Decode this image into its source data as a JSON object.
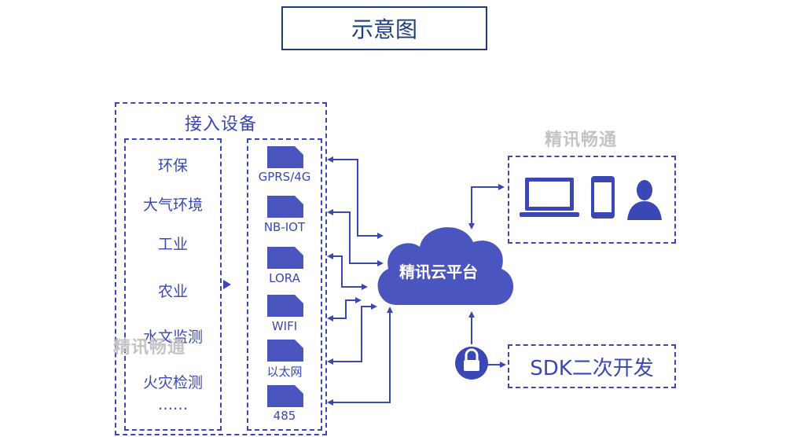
{
  "title": "示意图",
  "access_devices": {
    "heading": "接入设备",
    "categories": [
      "环保",
      "大气环境",
      "工业",
      "农业",
      "水文监测",
      "火灾检测",
      "……"
    ],
    "devices": [
      "GPRS/4G",
      "NB-IOT",
      "LORA",
      "WIFI",
      "以太网",
      "485"
    ]
  },
  "cloud": {
    "label": "精讯云平台"
  },
  "terminals": {
    "icons": [
      "laptop-icon",
      "phone-icon",
      "user-icon"
    ]
  },
  "sdk": {
    "label": "SDK二次开发",
    "icon": "lock-icon"
  },
  "watermarks": [
    "精讯畅通",
    "精讯畅通"
  ],
  "colors": {
    "primary": "#3a47b5",
    "cloud": "#4a55bf",
    "title_border": "#1f3d7a",
    "watermark": "#c4c4c4"
  }
}
